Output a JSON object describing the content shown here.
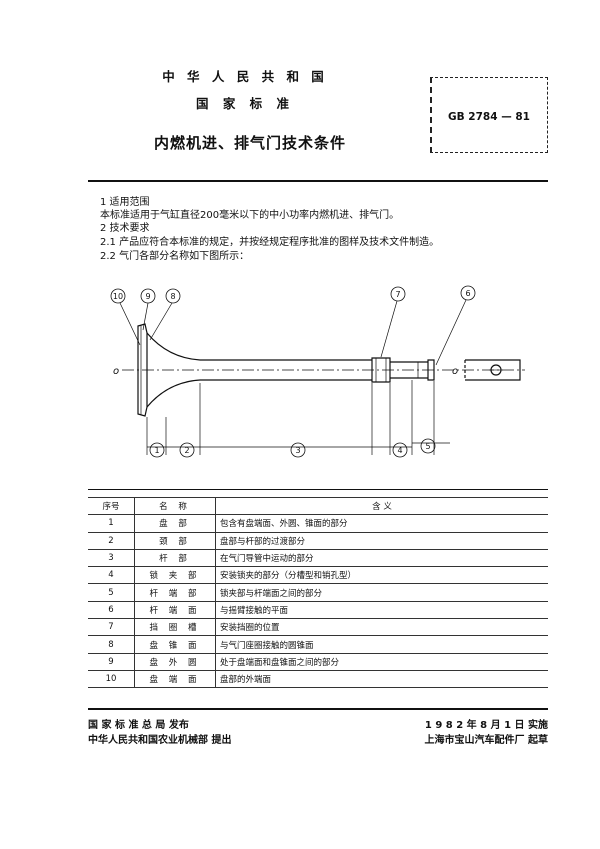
{
  "header": {
    "country": "中 华 人 民 共 和 国",
    "standard_type": "国 家 标 准",
    "title": "内燃机进、排气门技术条件",
    "code": "GB  2784 — 81"
  },
  "sections": [
    "1  适用范围",
    "本标准适用于气缸直径200毫米以下的中小功率内燃机进、排气门。",
    "2  技术要求",
    "2.1  产品应符合本标准的规定，并按经规定程序批准的图样及技术文件制造。",
    "2.2  气门各部分名称如下图所示："
  ],
  "figure": {
    "axis_label": "o",
    "callouts": [
      "1",
      "2",
      "3",
      "4",
      "5",
      "6",
      "7",
      "8",
      "9",
      "10"
    ]
  },
  "table": {
    "headers": {
      "no": "序号",
      "name": "名  称",
      "meaning": "含                义"
    },
    "rows": [
      {
        "no": "1",
        "name": "盘    部",
        "meaning": "包含有盘端面、外圆、锥面的部分"
      },
      {
        "no": "2",
        "name": "颈    部",
        "meaning": "盘部与杆部的过渡部分"
      },
      {
        "no": "3",
        "name": "杆    部",
        "meaning": "在气门导管中运动的部分"
      },
      {
        "no": "4",
        "name": "锁 夹 部",
        "meaning": "安装锁夹的部分（分槽型和销孔型）"
      },
      {
        "no": "5",
        "name": "杆 端 部",
        "meaning": "锁夹部与杆端面之间的部分"
      },
      {
        "no": "6",
        "name": "杆 端 面",
        "meaning": "与摇臂接触的平面"
      },
      {
        "no": "7",
        "name": "挡 圈 槽",
        "meaning": "安装挡圈的位置"
      },
      {
        "no": "8",
        "name": "盘 锥 面",
        "meaning": "与气门座圈接触的圆锥面"
      },
      {
        "no": "9",
        "name": "盘 外 圆",
        "meaning": "处于盘端面和盘锥面之间的部分"
      },
      {
        "no": "10",
        "name": "盘 端 面",
        "meaning": "盘部的外端面"
      }
    ]
  },
  "footer": {
    "issuer": "国  家  标  准  总  局  发布",
    "issue_date": "1 9 8 2 年 8 月 1 日   实施",
    "proposer": "中华人民共和国农业机械部   提出",
    "drafter": "上海市宝山汽车配件厂   起草"
  }
}
